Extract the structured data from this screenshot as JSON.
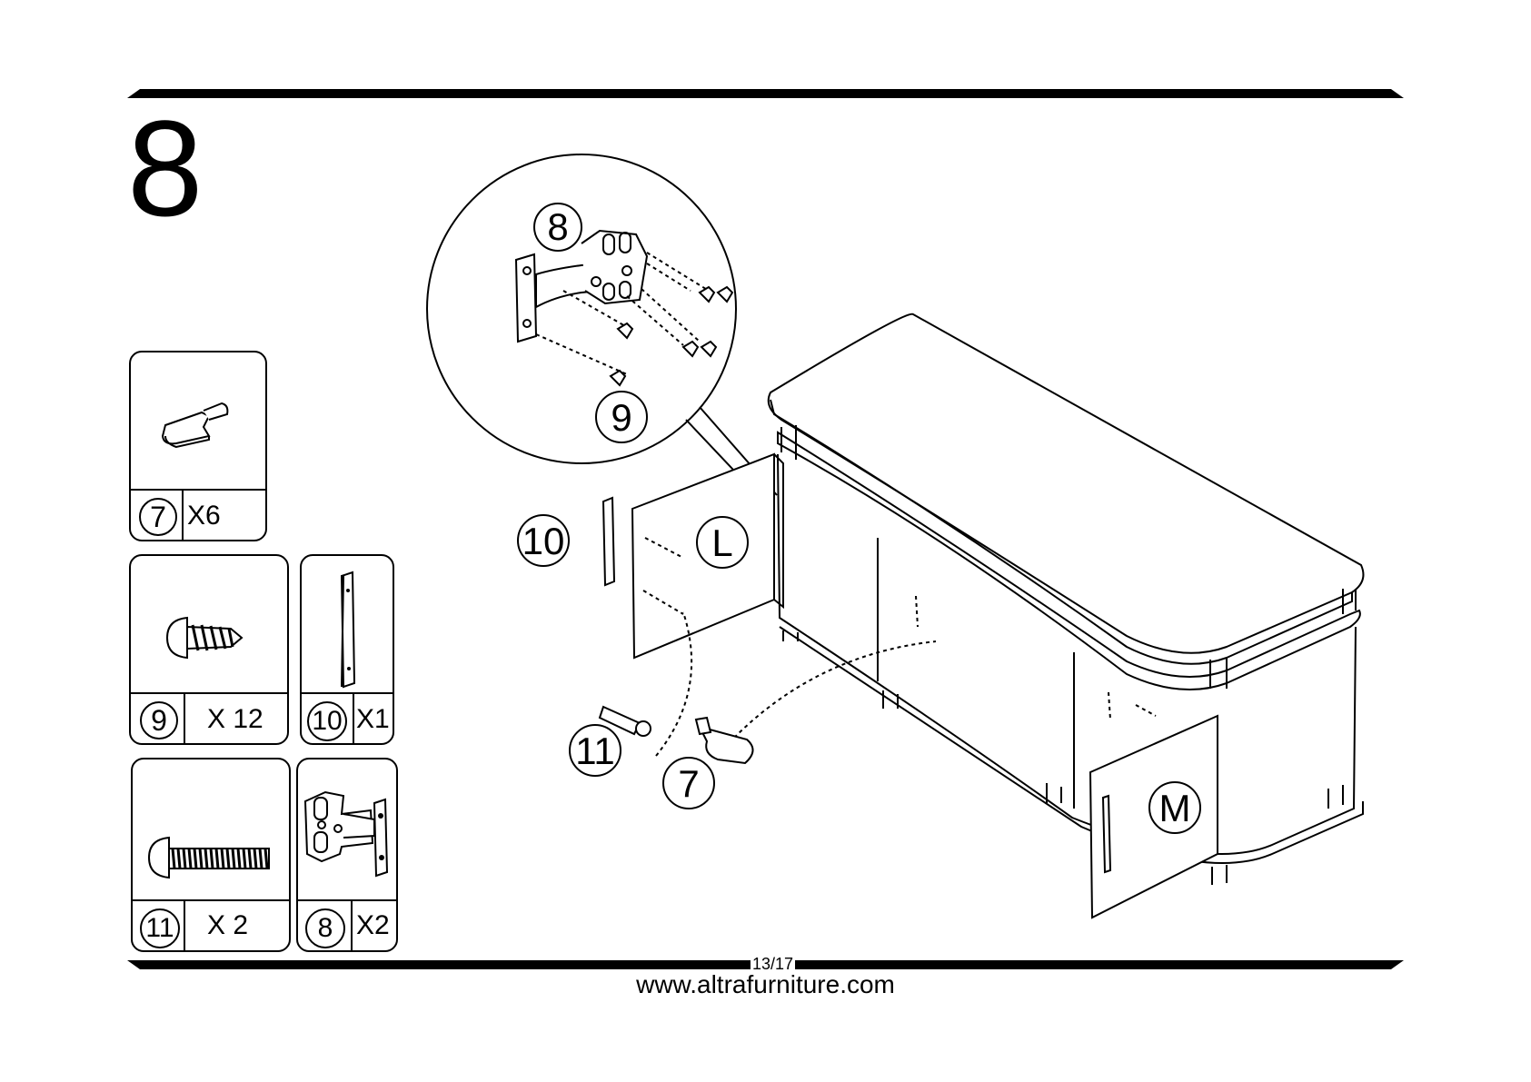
{
  "step": {
    "number": "8"
  },
  "parts": [
    {
      "id": "7",
      "qty": "X6"
    },
    {
      "id": "9",
      "qty": "X 12"
    },
    {
      "id": "10",
      "qty": "X1"
    },
    {
      "id": "11",
      "qty": "X 2"
    },
    {
      "id": "8",
      "qty": "X2"
    }
  ],
  "diagram": {
    "callouts": [
      "8",
      "9",
      "10",
      "11",
      "7"
    ],
    "panel_labels": [
      "L",
      "M"
    ]
  },
  "footer": {
    "page": "13/17",
    "url": "www.altrafurniture.com"
  }
}
